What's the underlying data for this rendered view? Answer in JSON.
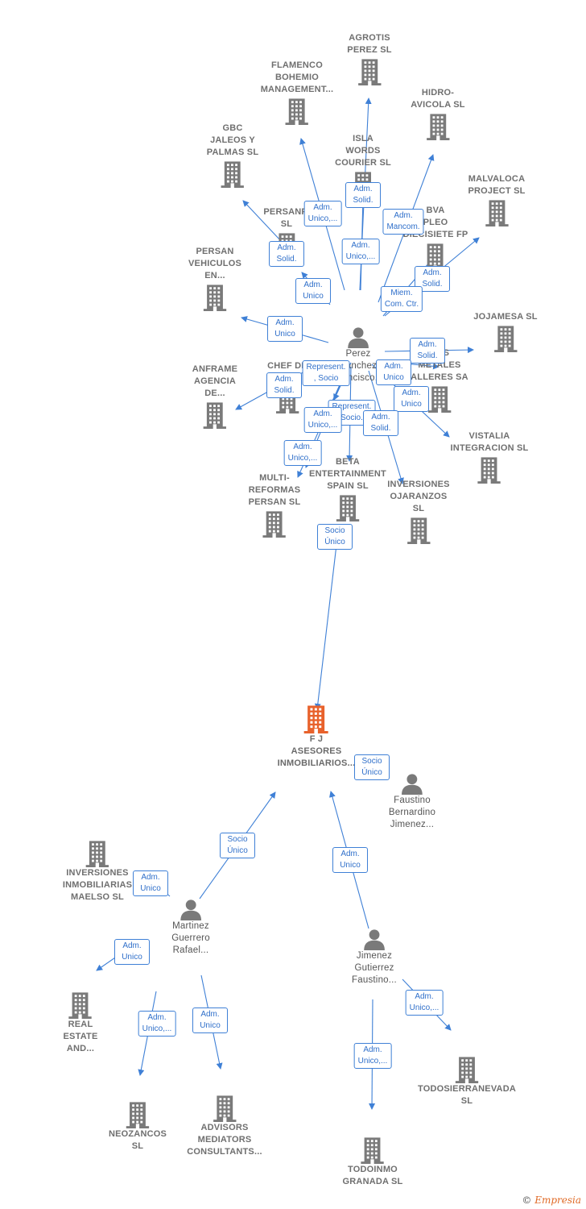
{
  "diagram": {
    "main_company": {
      "id": "fj",
      "label": "F J\nASESORES\nINMOBILIARIOS..."
    },
    "nodes": [
      {
        "id": "agrotis",
        "kind": "company",
        "label": "AGROTIS\nPEREZ SL"
      },
      {
        "id": "flamenco",
        "kind": "company",
        "label": "FLAMENCO\nBOHEMIO\nMANAGEMENT..."
      },
      {
        "id": "hidro",
        "kind": "company",
        "label": "HIDRO-\nAVICOLA SL"
      },
      {
        "id": "gbc",
        "kind": "company",
        "label": "GBC\nJALEOS Y\nPALMAS SL"
      },
      {
        "id": "isla",
        "kind": "company",
        "label": "ISLA\nWORDS\nCOURIER SL"
      },
      {
        "id": "malvaloca",
        "kind": "company",
        "label": "MALVALOCA\nPROJECT SL"
      },
      {
        "id": "persanf",
        "kind": "company",
        "label": "PERSANFI\nSL"
      },
      {
        "id": "bva",
        "kind": "company",
        "label": "BVA\nPLEO\nDIECISIETE FP"
      },
      {
        "id": "persanveh",
        "kind": "company",
        "label": "PERSAN\nVEHICULOS\nEN..."
      },
      {
        "id": "jojamesa",
        "kind": "company",
        "label": "JOJAMESA SL"
      },
      {
        "id": "metales",
        "kind": "company",
        "label": "COS\nMETALES\nALLERES SA"
      },
      {
        "id": "anframe",
        "kind": "company",
        "label": "ANFRAME\nAGENCIA\nDE..."
      },
      {
        "id": "chef",
        "kind": "company",
        "label": "CHEF DE\nDE"
      },
      {
        "id": "vistalia",
        "kind": "company",
        "label": "VISTALIA\nINTEGRACION SL"
      },
      {
        "id": "multi",
        "kind": "company",
        "label": "MULTI-\nREFORMAS\nPERSAN SL"
      },
      {
        "id": "beta",
        "kind": "company",
        "label": "BETA\nENTERTAINMENT\nSPAIN SL"
      },
      {
        "id": "ojaranzos",
        "kind": "company",
        "label": "INVERSIONES\nOJARANZOS\nSL"
      },
      {
        "id": "maelso",
        "kind": "company",
        "label": "INVERSIONES\nINMOBILIARIAS\nMAELSO SL"
      },
      {
        "id": "realestate",
        "kind": "company",
        "label": "REAL\nESTATE\nAND..."
      },
      {
        "id": "neozancos",
        "kind": "company",
        "label": "NEOZANCOS\nSL"
      },
      {
        "id": "advisors",
        "kind": "company",
        "label": "ADVISORS\nMEDIATORS\nCONSULTANTS..."
      },
      {
        "id": "todosierra",
        "kind": "company",
        "label": "TODOSIERRANEVADA\nSL"
      },
      {
        "id": "todoinmo",
        "kind": "company",
        "label": "TODOINMO\nGRANADA SL"
      },
      {
        "id": "perez",
        "kind": "person",
        "label": "Perez\nSanchez\nFrancisco..."
      },
      {
        "id": "faustino",
        "kind": "person",
        "label": "Faustino\nBernardino\nJimenez..."
      },
      {
        "id": "martinez",
        "kind": "person",
        "label": "Martinez\nGuerrero\nRafael..."
      },
      {
        "id": "jimenez",
        "kind": "person",
        "label": "Jimenez\nGutierrez\nFaustino..."
      }
    ],
    "edges": [
      {
        "from": "perez",
        "to": "agrotis",
        "label": "Adm.\nSolid."
      },
      {
        "from": "perez",
        "to": "flamenco",
        "label": "Adm.\nUnico,..."
      },
      {
        "from": "perez",
        "to": "hidro",
        "label": "Adm.\nMancom."
      },
      {
        "from": "perez",
        "to": "gbc",
        "label": "Adm.\nSolid."
      },
      {
        "from": "perez",
        "to": "isla",
        "label": "Adm.\nUnico,..."
      },
      {
        "from": "perez",
        "to": "malvaloca",
        "label": "Adm.\nSolid."
      },
      {
        "from": "perez",
        "to": "persanf",
        "label": "Adm.\nUnico"
      },
      {
        "from": "perez",
        "to": "bva",
        "label": "Miem.\nCom. Ctr."
      },
      {
        "from": "perez",
        "to": "persanveh",
        "label": "Adm.\nUnico"
      },
      {
        "from": "perez",
        "to": "jojamesa",
        "label": "Adm.\nSolid."
      },
      {
        "from": "perez",
        "to": "metales",
        "label": "Adm.\nUnico"
      },
      {
        "from": "perez",
        "to": "anframe",
        "label": "Adm.\nSolid."
      },
      {
        "from": "perez",
        "to": "chef",
        "label": "Represent.\n, Socio"
      },
      {
        "from": "perez",
        "to": "vistalia",
        "label": "Adm.\nUnico"
      },
      {
        "from": "perez",
        "to": "beta",
        "label": "Represent.\n, Socio..."
      },
      {
        "from": "perez",
        "to": "ojaranzos",
        "label": "Adm.\nSolid."
      },
      {
        "from": "perez",
        "to": "multi",
        "label": "Adm.\nUnico,..."
      },
      {
        "from": "perez",
        "to": "multi",
        "label": "Adm.\nUnico,..."
      },
      {
        "from": "beta",
        "to": "fj",
        "label": "Socio\nÚnico"
      },
      {
        "from": "faustino",
        "to": "fj",
        "label": "Socio\nÚnico"
      },
      {
        "from": "martinez",
        "to": "fj",
        "label": "Socio\nÚnico"
      },
      {
        "from": "martinez",
        "to": "maelso",
        "label": "Adm.\nUnico"
      },
      {
        "from": "martinez",
        "to": "realestate",
        "label": "Adm.\nUnico"
      },
      {
        "from": "martinez",
        "to": "neozancos",
        "label": "Adm.\nUnico,..."
      },
      {
        "from": "martinez",
        "to": "advisors",
        "label": "Adm.\nUnico"
      },
      {
        "from": "jimenez",
        "to": "fj",
        "label": "Adm.\nUnico"
      },
      {
        "from": "jimenez",
        "to": "todosierra",
        "label": "Adm.\nUnico,..."
      },
      {
        "from": "jimenez",
        "to": "todoinmo",
        "label": "Adm.\nUnico,..."
      }
    ]
  },
  "colors": {
    "edge": "#3f80d6",
    "company_icon": "#7a7a7a",
    "main_icon": "#e8622c",
    "person_icon": "#7a7a7a"
  },
  "footer": {
    "copyright": "©",
    "brand": "Empresia"
  }
}
